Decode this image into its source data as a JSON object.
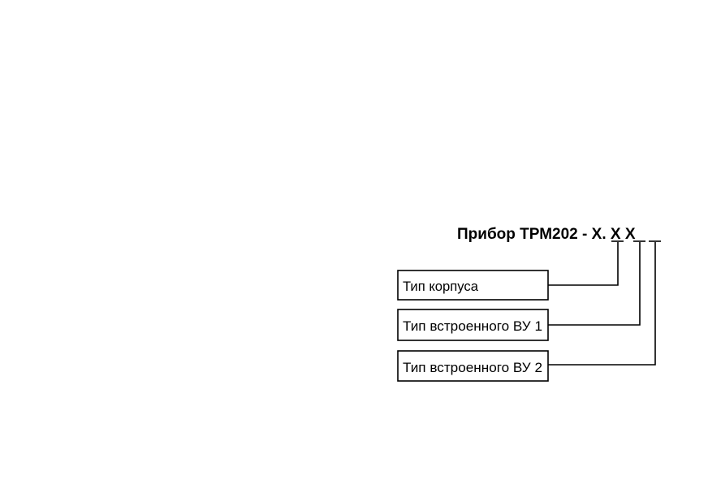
{
  "title": {
    "prefix": "Прибор ТРМ202 - ",
    "code_1": "Х",
    "separator": ". ",
    "code_2": "Х",
    "space": " ",
    "code_3": "Х"
  },
  "boxes": [
    {
      "label": "Тип  корпуса"
    },
    {
      "label": "Тип встроенного ВУ 1"
    },
    {
      "label": "Тип встроенного ВУ 2"
    }
  ]
}
